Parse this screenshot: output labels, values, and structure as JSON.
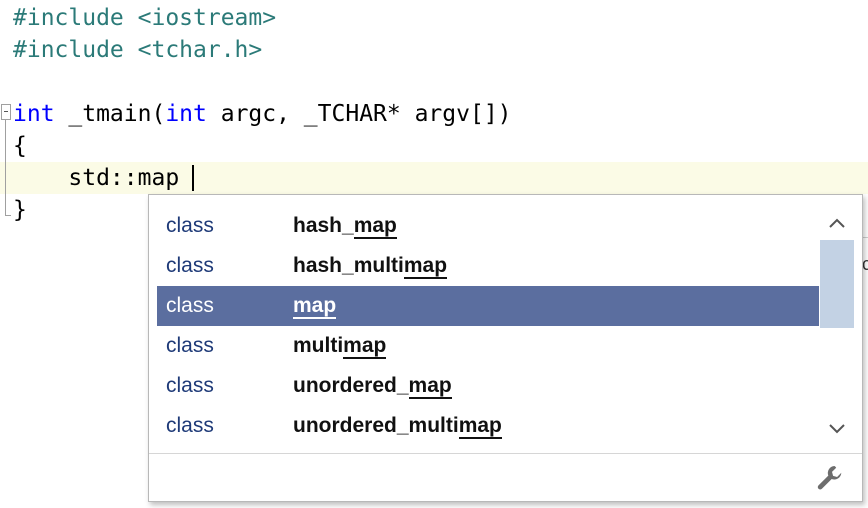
{
  "code": {
    "line1": {
      "directive": "#include",
      "rest": " <iostream>"
    },
    "line2": {
      "directive": "#include",
      "rest": " <tchar.h>"
    },
    "line4": {
      "kw1": "int",
      "mid": " _tmain(",
      "kw2": "int",
      "rest": " argc, _TCHAR* argv[])"
    },
    "line5": "{",
    "line6": "    std::map",
    "line7": "}"
  },
  "completion": {
    "items": [
      {
        "kind": "class",
        "pre": "hash_",
        "match": "map",
        "post": ""
      },
      {
        "kind": "class",
        "pre": "hash_multi",
        "match": "map",
        "post": ""
      },
      {
        "kind": "class",
        "pre": "",
        "match": "map",
        "post": "",
        "selected": true
      },
      {
        "kind": "class",
        "pre": "multi",
        "match": "map",
        "post": ""
      },
      {
        "kind": "class",
        "pre": "unordered_",
        "match": "map",
        "post": ""
      },
      {
        "kind": "class",
        "pre": "unordered_multi",
        "match": "map",
        "post": ""
      }
    ],
    "scroll_up_icon": "chevron-up-icon",
    "scroll_down_icon": "chevron-down-icon",
    "footer_icon": "wrench-icon"
  },
  "colors": {
    "selection": "#5b6e9f",
    "keyword": "#0000ff",
    "preprocessor": "#2b7a78",
    "current_line": "#fbfbe6",
    "scroll_thumb": "#c3d2e4"
  },
  "background_panel": {
    "visible_char": "c"
  }
}
